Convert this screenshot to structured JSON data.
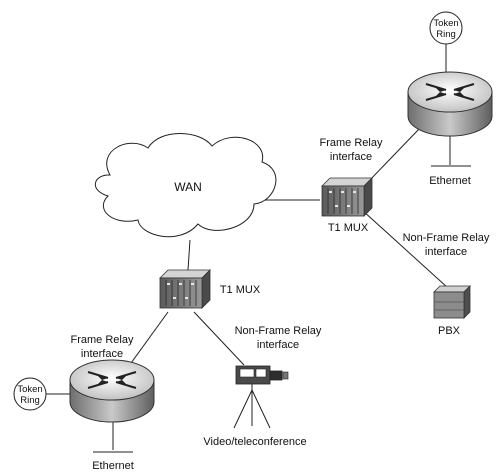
{
  "labels": {
    "token_ring_top": [
      "Token",
      "Ring"
    ],
    "token_ring_bottom": [
      "Token",
      "Ring"
    ],
    "ethernet_top": "Ethernet",
    "ethernet_bottom": "Ethernet",
    "frame_relay_top": [
      "Frame Relay",
      "interface"
    ],
    "frame_relay_bottom": [
      "Frame Relay",
      "interface"
    ],
    "non_frame_relay_top": [
      "Non-Frame Relay",
      "interface"
    ],
    "non_frame_relay_bottom": [
      "Non-Frame Relay",
      "interface"
    ],
    "wan": "WAN",
    "mux_top": "T1 MUX",
    "mux_bottom": "T1 MUX",
    "pbx": "PBX",
    "video": "Video/teleconference"
  },
  "colors": {
    "router": "#9a9a9a",
    "router_top": "#e8e8e8",
    "mux": "#7a7a7a",
    "pbx": "#8c8c8c"
  }
}
